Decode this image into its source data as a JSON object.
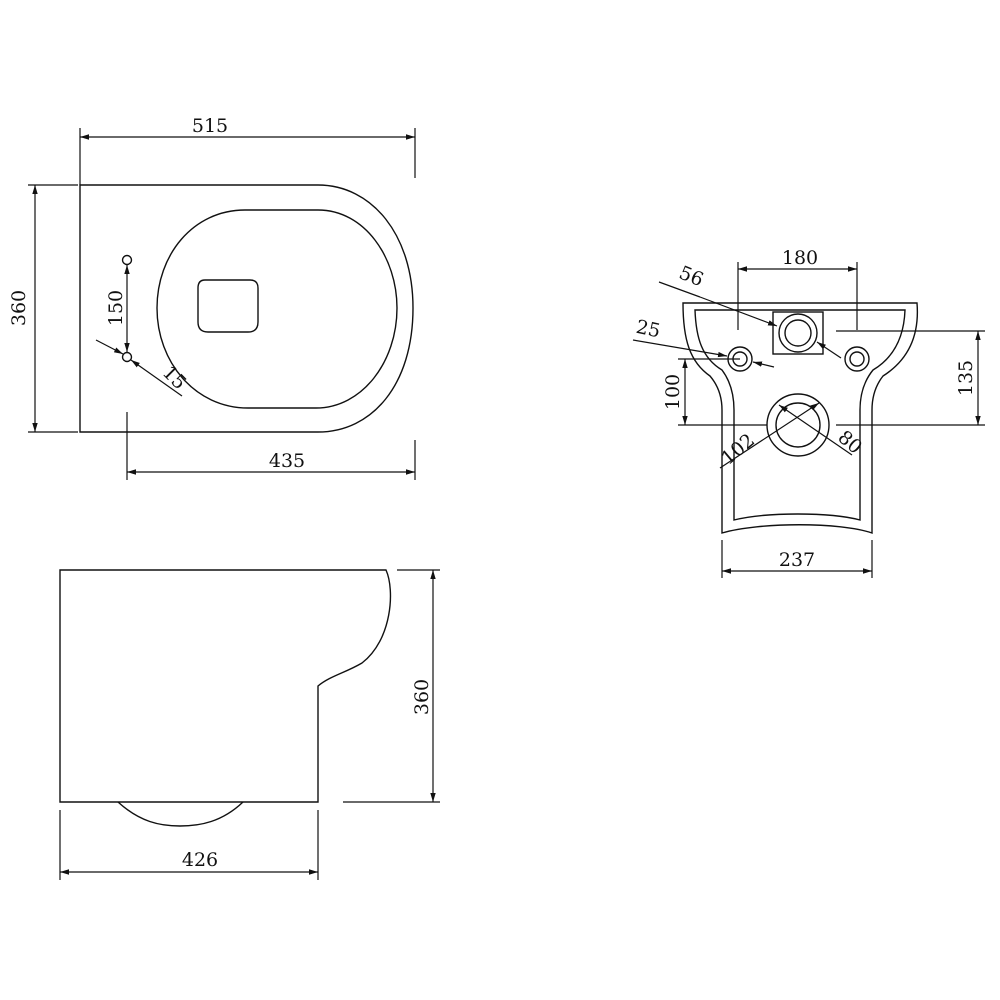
{
  "colors": {
    "line": "#111111",
    "background": "#ffffff"
  },
  "top_view": {
    "width_label": "515",
    "height_label": "360",
    "fixing_spacing_label": "150",
    "fixing_hole_label": "15",
    "fixing_offset_label": "435"
  },
  "rear_view": {
    "width_label": "180",
    "top_hole_label": "56",
    "side_hole_label": "25",
    "waste_height_label": "100",
    "inlet_height_label": "135",
    "waste_outer_label": "102",
    "waste_inner_label": "80",
    "base_width_label": "237"
  },
  "side_view": {
    "height_label": "360",
    "depth_label": "426"
  }
}
